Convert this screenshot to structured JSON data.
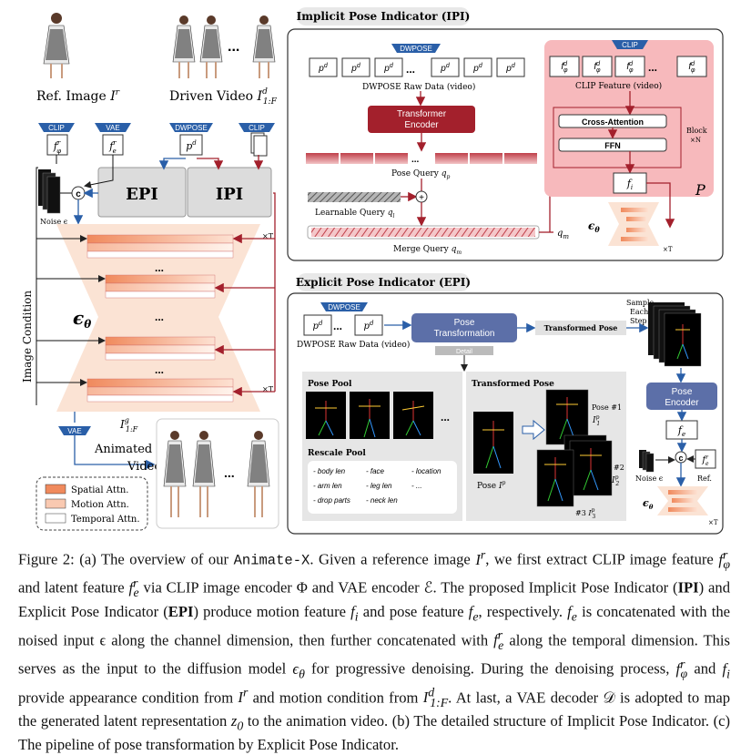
{
  "figure": {
    "left": {
      "ref_image_label": "Ref. Image",
      "ref_image_sym": "I",
      "ref_image_sup": "r",
      "driven_video_label": "Driven Video",
      "driven_video_sym": "I",
      "driven_video_sup": "d",
      "driven_video_sub": "1:F",
      "clip_tag": "CLIP",
      "vae_tag": "VAE",
      "dwpose_tag": "DWPOSE",
      "clip_tag_2": "CLIP",
      "f_phi": "f",
      "f_phi_sub": "φ",
      "f_phi_sup": "r",
      "f_e": "f",
      "f_e_sub": "e",
      "f_e_sup": "r",
      "p_d": "p",
      "p_d_sup": "d",
      "noise_label": "Noise ϵ",
      "epi_block": "EPI",
      "ipi_block": "IPI",
      "image_condition": "Image Condition",
      "eps_theta": "ϵ",
      "eps_theta_sub": "θ",
      "times_t": "×T",
      "ellipsis": "...",
      "vae_tag_bottom": "VAE",
      "animated_sym": "I",
      "animated_sup": "g",
      "animated_sub": "1:F",
      "animated_label": "Animated",
      "animated_label2": "Video",
      "legend": [
        "Spatial Attn.",
        "Motion Attn.",
        "Temporal Attn."
      ]
    },
    "ipi": {
      "title": "Implicit Pose Indicator (IPI)",
      "dwpose_tag": "DWPOSE",
      "raw_data_label": "DWPOSE Raw Data (video)",
      "transformer_encoder": [
        "Transformer",
        "Encoder"
      ],
      "pose_query": "Pose Query",
      "pose_query_sym": "q",
      "pose_query_sub": "p",
      "learnable_query": "Learnable Query",
      "learnable_sym": "q",
      "learnable_sub": "l",
      "merge_query": "Merge Query",
      "merge_sym": "q",
      "merge_sub": "m",
      "qm": "q",
      "qm_sub": "m",
      "clip_tag": "CLIP",
      "clip_feature_label": "CLIP Feature (video)",
      "cross_attention": "Cross-Attention",
      "ffn": "FFN",
      "block_label": "Block",
      "block_times": "×N",
      "fi": "f",
      "fi_sub": "i",
      "p_label": "P",
      "eps_theta": "ϵ",
      "eps_theta_sub": "θ",
      "times_t": "×T"
    },
    "epi": {
      "title": "Explicit Pose Indicator (EPI)",
      "dwpose_tag": "DWPOSE",
      "raw_data_label": "DWPOSE Raw Data (video)",
      "pose_transformation": [
        "Pose",
        "Transformation"
      ],
      "transformed_pose_tag": "Transformed Pose",
      "detail_tag": "Detail",
      "sample_label": [
        "Sample",
        "Each",
        "Step"
      ],
      "pose_encoder": [
        "Pose",
        "Encoder"
      ],
      "pose_pool_title": "Pose Pool",
      "rescale_pool_title": "Rescale Pool",
      "rescale_items": [
        "- body len",
        "- face",
        "- location",
        "- arm len",
        "- leg len",
        "- ...",
        "- drop parts",
        "- neck len"
      ],
      "transformed_pose_title": "Transformed Pose",
      "pose_ip": "Pose",
      "pose_ip_sym": "I",
      "pose_ip_sup": "p",
      "pose_n1": "Pose #1",
      "pose_n2": "#2",
      "pose_n3": "#3",
      "fe": "f",
      "fe_sub": "e",
      "noise_label": "Noise ϵ",
      "ref_label": "Ref.",
      "fe_r": "f",
      "fe_r_sub": "e",
      "fe_r_sup": "r",
      "eps_theta": "ϵ",
      "eps_theta_sub": "θ",
      "times_t": "×T"
    }
  },
  "caption": {
    "line1": "Figure 2: (a) The overview of our Animate-X. Given a reference image I^r, we first extract CLIP image feature f_φ^r and latent feature f_e^r via CLIP image encoder Φ and VAE encoder ℰ. The proposed Implicit Pose Indicator (IPI) and Explicit Pose Indicator (EPI) produce motion feature f_i and pose feature f_e, respectively. f_e is concatenated with the noised input ϵ along the channel dimension, then further concatenated with f_e^r along the temporal dimension. This serves as the input to the diffusion model ϵ_θ for progressive denoising. During the denoising process, f_φ^r and f_i provide appearance condition from I^r and motion condition from I^d_{1:F}. At last, a VAE decoder 𝒟 is adopted to map the generated latent representation z_0 to the animation video. (b) The detailed structure of Implicit Pose Indicator. (c) The pipeline of pose transformation by Explicit Pose Indicator.",
    "p1": "Figure 2: (a) The overview of our ",
    "p2": "Animate-X",
    "p3": ". Given a reference image ",
    "p4": ", we first extract CLIP image feature ",
    "p5": " and latent feature ",
    "p6": " via CLIP image encoder Φ and VAE encoder ℰ. The proposed Implicit Pose Indicator (",
    "p7": "IPI",
    "p8": ") and Explicit Pose Indicator (",
    "p9": "EPI",
    "p10": ") produce motion feature ",
    "p11": " and pose feature ",
    "p12": ", respectively. ",
    "p13": " is concatenated with the noised input ϵ along the channel dimension, then further concatenated with ",
    "p14": " along the temporal dimension. This serves as the input to the diffusion model ",
    "p15": " for progressive denoising. During the denoising process, ",
    "p16": " and ",
    "p17": " provide appearance condition from ",
    "p18": " and motion condition from ",
    "p19": ". At last, a VAE decoder 𝒟 is adopted to map the generated latent representation ",
    "p20": " to the animation video. (b) The detailed structure of Implicit Pose Indicator. (c) The pipeline of pose transformation by Explicit Pose Indicator."
  }
}
